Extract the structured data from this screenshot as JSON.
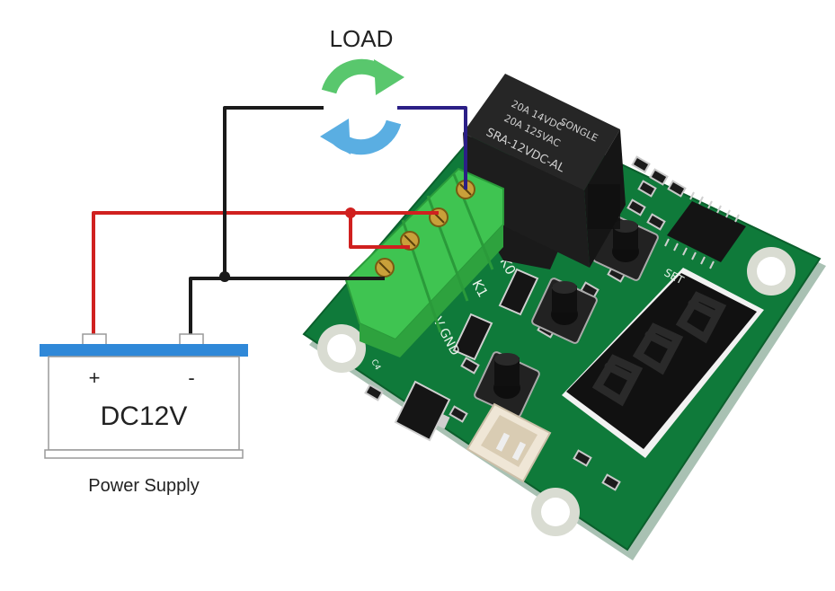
{
  "load": {
    "label": "LOAD"
  },
  "power_supply": {
    "plus": "+",
    "minus": "-",
    "voltage": "DC12V",
    "caption": "Power Supply"
  },
  "relay": {
    "brand": "SONGLE",
    "line1": "20A 14VDC",
    "line2": "20A 125VAC",
    "model": "SRA-12VDC-AL"
  },
  "board": {
    "label_k0": "K0",
    "label_k1": "K1",
    "label_power": "+12V GND",
    "label_set": "SET",
    "label_c4": "C4",
    "display_digits": [
      "0",
      "0",
      "0"
    ]
  },
  "colors": {
    "pcb": "#0f7a3a",
    "terminal": "#3fc451",
    "wire_red": "#d0201f",
    "wire_black": "#1a1a1a",
    "wire_blue": "#2b1f86",
    "arrow_green": "#59c76d",
    "arrow_blue": "#5aaee2",
    "battery_top": "#2f88d8"
  }
}
